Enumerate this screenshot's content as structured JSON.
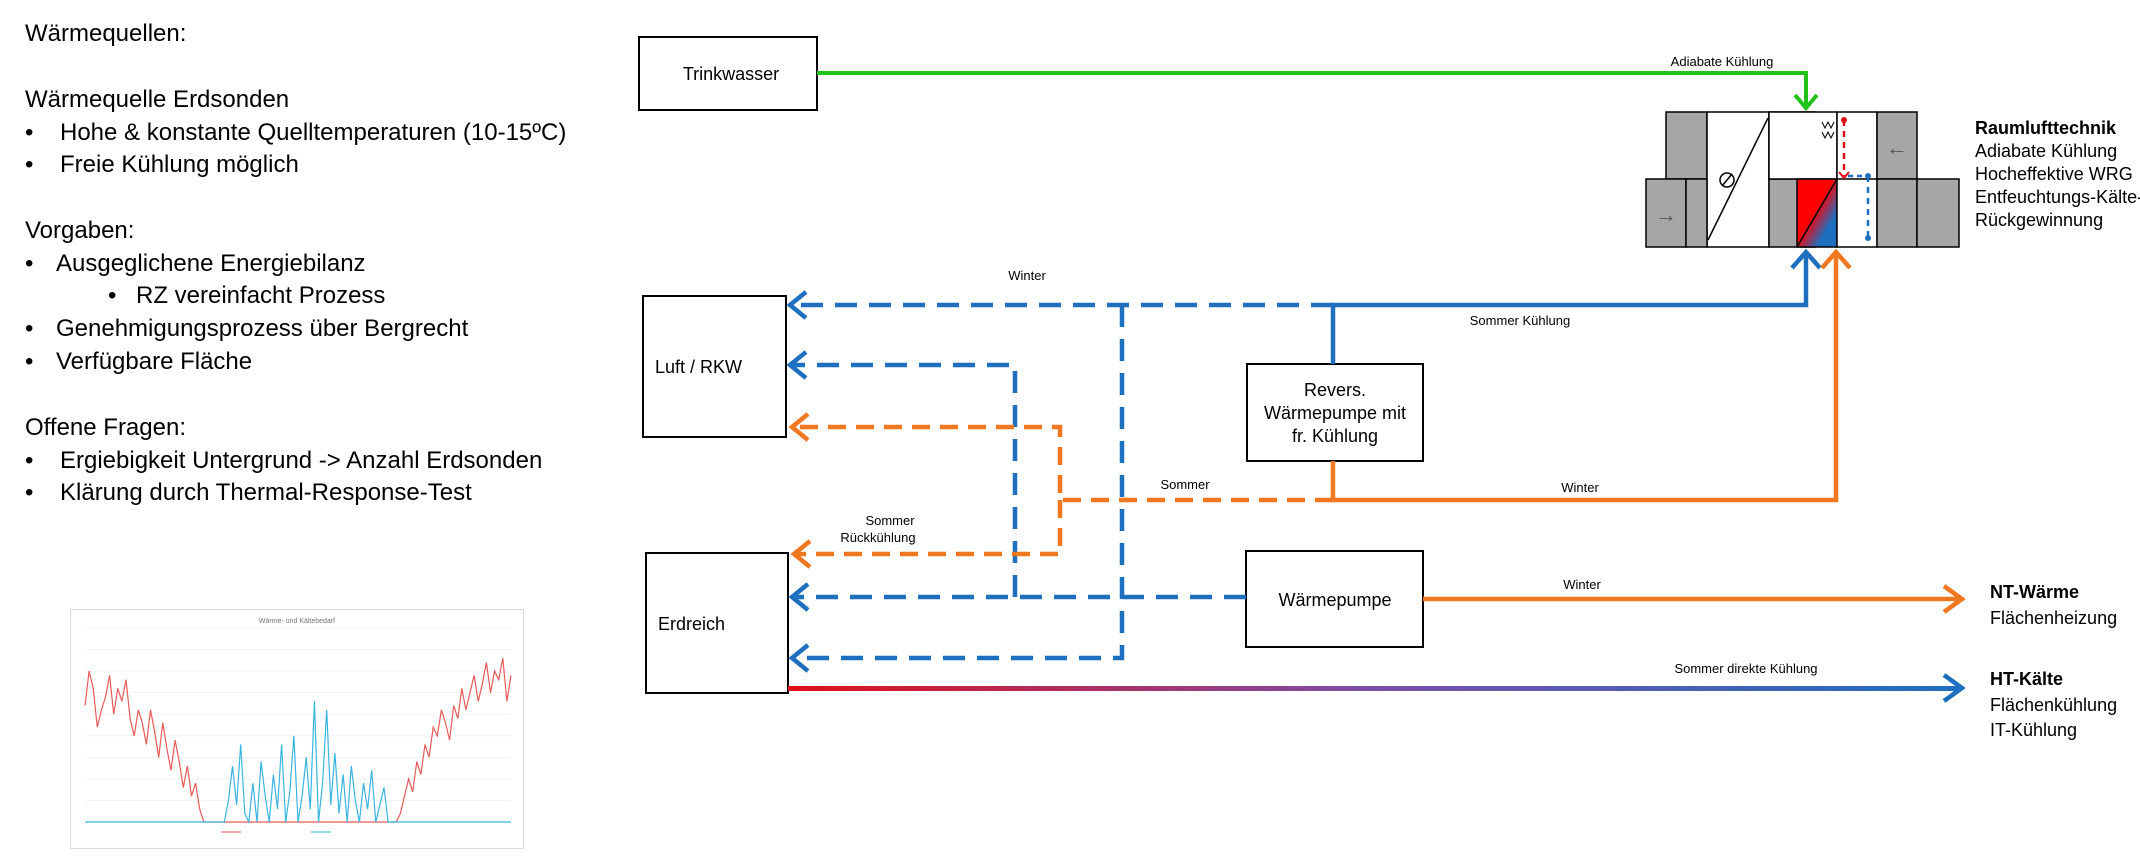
{
  "left_text": {
    "heading": "Wärmequellen:",
    "source_title": "Wärmequelle Erdsonden",
    "source_bullets": [
      "Hohe & konstante Quelltemperaturen (10-15ºC)",
      "Freie Kühlung möglich"
    ],
    "requirements_title": "Vorgaben:",
    "requirements_bullets": [
      "Ausgeglichene Energiebilanz",
      "RZ vereinfacht Prozess",
      "Genehmigungsprozess über Bergrecht",
      "Verfügbare Fläche"
    ],
    "questions_title": "Offene Fragen:",
    "questions_bullets": [
      "Ergiebigkeit Untergrund -> Anzahl Erdsonden",
      "Klärung durch Thermal-Response-Test"
    ]
  },
  "boxes": {
    "trinkwasser": "Trinkwasser",
    "luft": "Luft / RKW",
    "erdreich": "Erdreich",
    "revers": [
      "Revers.",
      "Wärmepumpe mit",
      "fr. Kühlung"
    ],
    "waermepumpe": "Wärmepumpe"
  },
  "line_labels": {
    "adiabate": "Adiabate Kühlung",
    "winter_top": "Winter",
    "sommer_kuehlung": "Sommer Kühlung",
    "sommer_mid": "Sommer",
    "winter_mid": "Winter",
    "sommer_rueck_1": "Sommer",
    "sommer_rueck_2": "Rückkühlung",
    "winter_wp": "Winter",
    "sommer_direkt": "Sommer direkte Kühlung"
  },
  "side_labels": {
    "rlt_title": "Raumlufttechnik",
    "rlt_lines": [
      "Adiabate Kühlung",
      "Hocheffektive WRG",
      "Entfeuchtungs-Kälte-",
      "Rückgewinnung"
    ],
    "nt_title": "NT-Wärme",
    "nt_line": "Flächenheizung",
    "ht_title": "HT-Kälte",
    "ht_lines": [
      "Flächenkühlung",
      "IT-Kühlung"
    ]
  },
  "colors": {
    "green": "#22c21b",
    "blue": "#1f6fbf",
    "orange": "#f07820",
    "red": "#e0101a",
    "grey": "#a6a6a6"
  },
  "chart_data": {
    "type": "line",
    "title": "Wärme- und Kältebedarf",
    "xlim": [
      0,
      8760
    ],
    "ylim": [
      0,
      4500
    ],
    "series": [
      {
        "color": "#e85a5a",
        "values": [
          2700,
          3500,
          3100,
          2200,
          2600,
          2900,
          3400,
          2500,
          3100,
          2800,
          3300,
          2400,
          2000,
          2600,
          2300,
          1800,
          2600,
          2100,
          1500,
          2300,
          1700,
          1200,
          1900,
          1400,
          800,
          1300,
          600,
          900,
          300,
          0,
          0,
          0,
          0,
          0,
          0,
          0,
          0,
          0,
          0,
          0,
          0,
          0,
          0,
          0,
          0,
          0,
          0,
          0,
          0,
          0,
          0,
          0,
          0,
          0,
          0,
          0,
          0,
          0,
          0,
          0,
          0,
          0,
          0,
          0,
          0,
          0,
          0,
          0,
          0,
          0,
          0,
          0,
          0,
          0,
          0,
          0,
          0,
          200,
          600,
          1000,
          700,
          1400,
          1100,
          1800,
          1500,
          2200,
          2000,
          2600,
          2300,
          1900,
          2700,
          2400,
          3100,
          2600,
          3000,
          3400,
          2800,
          3200,
          3700,
          3000,
          3500,
          3300,
          3800,
          2800,
          3400
        ]
      },
      {
        "color": "#3ab4e0",
        "values": [
          0,
          0,
          0,
          0,
          0,
          0,
          0,
          0,
          0,
          0,
          0,
          0,
          0,
          0,
          0,
          0,
          0,
          0,
          0,
          0,
          0,
          0,
          0,
          0,
          0,
          0,
          0,
          0,
          0,
          0,
          0,
          0,
          0,
          0,
          0,
          500,
          1300,
          400,
          1800,
          200,
          0,
          900,
          0,
          1400,
          600,
          0,
          1100,
          300,
          1800,
          0,
          700,
          2000,
          0,
          600,
          1500,
          300,
          2800,
          0,
          900,
          2600,
          400,
          1600,
          200,
          1100,
          0,
          1300,
          500,
          0,
          900,
          300,
          1200,
          0,
          400,
          800,
          0,
          0,
          0,
          0,
          0,
          0,
          0,
          0,
          0,
          0,
          0,
          0,
          0,
          0,
          0,
          0,
          0,
          0,
          0,
          0,
          0,
          0,
          0,
          0,
          0,
          0,
          0,
          0,
          0,
          0,
          0
        ]
      }
    ],
    "grid": true,
    "legend": "bottom"
  }
}
